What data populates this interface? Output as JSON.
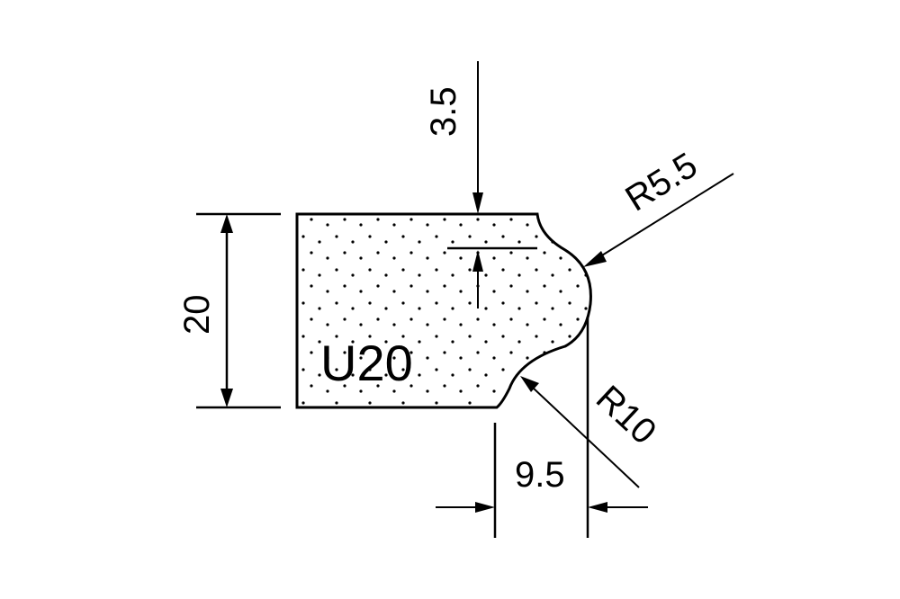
{
  "drawing": {
    "profile_label": "U20",
    "background": "#ffffff",
    "line_color": "#000000",
    "hatch": "dotted"
  },
  "dimensions": {
    "height": "20",
    "top_offset": "3.5",
    "width_offset": "9.5",
    "radius_small": "R5.5",
    "radius_large": "R10"
  }
}
